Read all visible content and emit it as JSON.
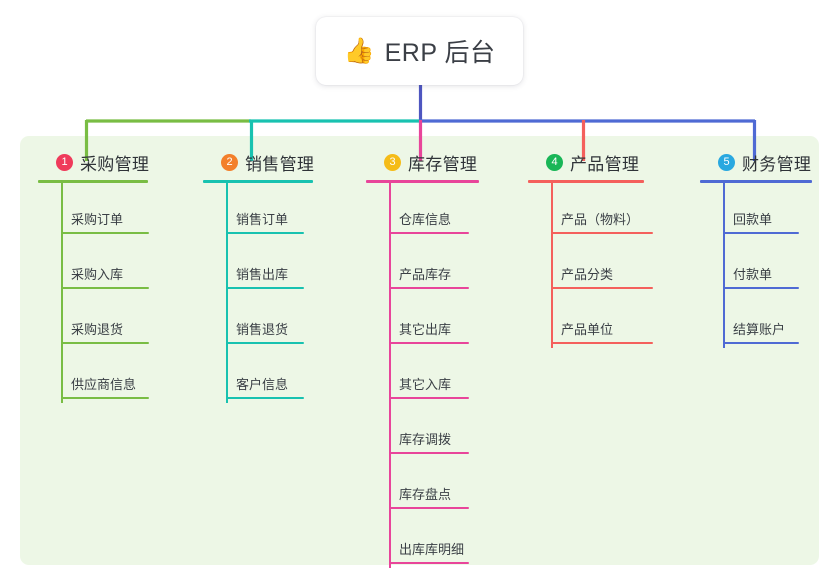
{
  "diagram": {
    "type": "mind-map",
    "background": "#ffffff",
    "panel_color": "#edf7e6"
  },
  "root": {
    "icon": "thumbs-up-icon",
    "emoji": "👍",
    "title": "ERP 后台",
    "stem_color": "#4e56c0"
  },
  "columns": [
    {
      "index": "1",
      "title": "采购管理",
      "badge_color": "#ef3b5b",
      "line_color": "#79bd44",
      "items": [
        "采购订单",
        "采购入库",
        "采购退货",
        "供应商信息"
      ]
    },
    {
      "index": "2",
      "title": "销售管理",
      "badge_color": "#f3802b",
      "line_color": "#18c2b0",
      "items": [
        "销售订单",
        "销售出库",
        "销售退货",
        "客户信息"
      ]
    },
    {
      "index": "3",
      "title": "库存管理",
      "badge_color": "#f5bc18",
      "line_color": "#e8459a",
      "items": [
        "仓库信息",
        "产品库存",
        "其它出库",
        "其它入库",
        "库存调拨",
        "库存盘点",
        "出库库明细"
      ]
    },
    {
      "index": "4",
      "title": "产品管理",
      "badge_color": "#19b657",
      "line_color": "#f4605c",
      "items": [
        "产品（物料）",
        "产品分类",
        "产品单位"
      ]
    },
    {
      "index": "5",
      "title": "财务管理",
      "badge_color": "#29a8e0",
      "line_color": "#4f6ad4",
      "items": [
        "回款单",
        "付款单",
        "结算账户"
      ]
    }
  ]
}
